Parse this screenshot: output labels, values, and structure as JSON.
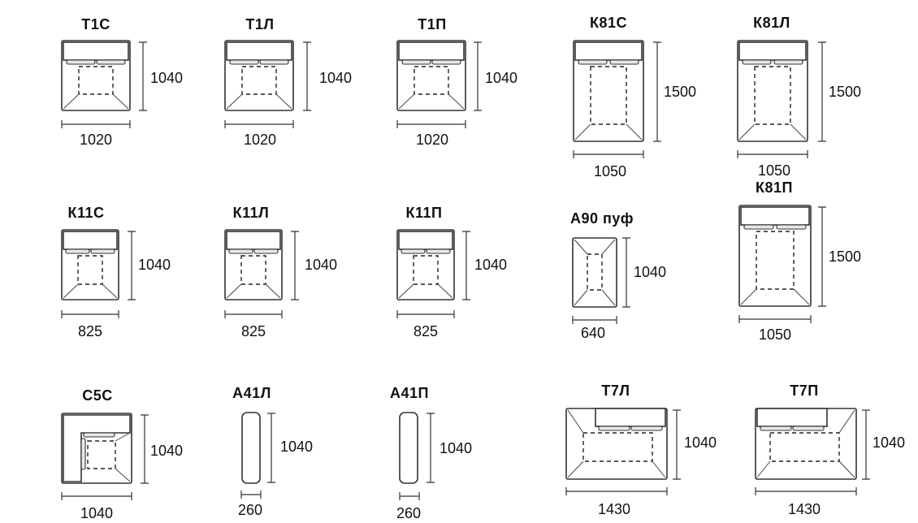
{
  "modules": [
    {
      "code": "Т1С",
      "height": "1040",
      "width": "1020"
    },
    {
      "code": "Т1Л",
      "height": "1040",
      "width": "1020"
    },
    {
      "code": "Т1П",
      "height": "1040",
      "width": "1020"
    },
    {
      "code": "К81С",
      "height": "1500",
      "width": "1050"
    },
    {
      "code": "К81Л",
      "height": "1500",
      "width": "1050"
    },
    {
      "code": "К11С",
      "height": "1040",
      "width": "825"
    },
    {
      "code": "К11Л",
      "height": "1040",
      "width": "825"
    },
    {
      "code": "К11П",
      "height": "1040",
      "width": "825"
    },
    {
      "code": "А90 пуф",
      "height": "1040",
      "width": "640"
    },
    {
      "code": "К81П",
      "height": "1500",
      "width": "1050"
    },
    {
      "code": "С5С",
      "height": "1040",
      "width": "1040"
    },
    {
      "code": "А41Л",
      "height": "1040",
      "width": "260"
    },
    {
      "code": "А41П",
      "height": "1040",
      "width": "260"
    },
    {
      "code": "Т7Л",
      "height": "1040",
      "width": "1430"
    },
    {
      "code": "Т7П",
      "height": "1040",
      "width": "1430"
    }
  ]
}
